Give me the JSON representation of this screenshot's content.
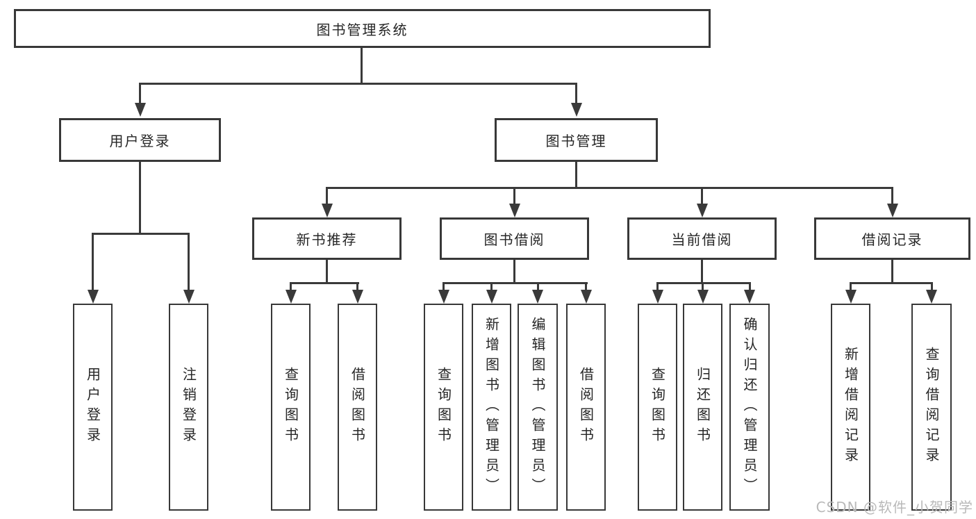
{
  "diagram": {
    "root": {
      "label": "图书管理系统"
    },
    "level2": [
      {
        "label": "用户登录"
      },
      {
        "label": "图书管理"
      }
    ],
    "level3": [
      {
        "label": "新书推荐"
      },
      {
        "label": "图书借阅"
      },
      {
        "label": "当前借阅"
      },
      {
        "label": "借阅记录"
      }
    ],
    "leaves": {
      "user_login": [
        "用户登录",
        "注销登录"
      ],
      "new_book_recommend": [
        "查询图书",
        "借阅图书"
      ],
      "book_borrow": [
        "查询图书",
        "新增图书（管理员）",
        "编辑图书（管理员）",
        "借阅图书"
      ],
      "current_borrow": [
        "查询图书",
        "归还图书",
        "确认归还（管理员）"
      ],
      "borrow_records": [
        "新增借阅记录",
        "查询借阅记录"
      ]
    }
  },
  "watermark": {
    "text": "CSDN @软件_小贺同学"
  },
  "colors": {
    "line": "#3a3a3a",
    "border": "#383838",
    "text": "#262626",
    "background": "#ffffff",
    "watermark": "#b9b9b9"
  }
}
